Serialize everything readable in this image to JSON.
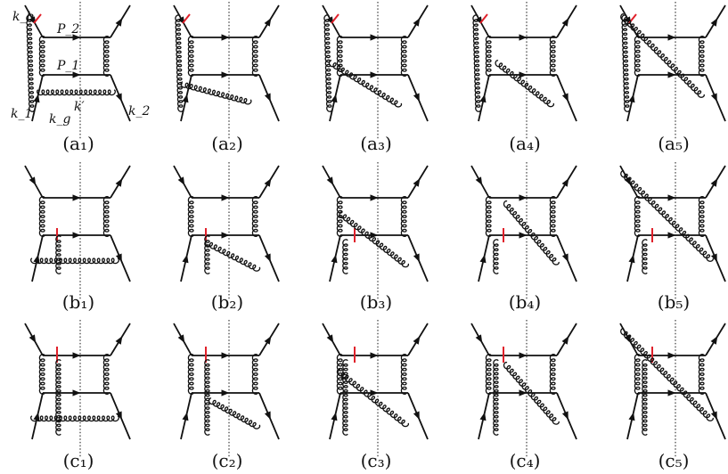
{
  "panels": [
    {
      "id": "a1",
      "caption": "(a₁)",
      "variant": "a1"
    },
    {
      "id": "a2",
      "caption": "(a₂)",
      "variant": "a2"
    },
    {
      "id": "a3",
      "caption": "(a₃)",
      "variant": "a3"
    },
    {
      "id": "a4",
      "caption": "(a₄)",
      "variant": "a4"
    },
    {
      "id": "a5",
      "caption": "(a₅)",
      "variant": "a5"
    },
    {
      "id": "b1",
      "caption": "(b₁)",
      "variant": "b1"
    },
    {
      "id": "b2",
      "caption": "(b₂)",
      "variant": "b2"
    },
    {
      "id": "b3",
      "caption": "(b₃)",
      "variant": "b3"
    },
    {
      "id": "b4",
      "caption": "(b₄)",
      "variant": "b4"
    },
    {
      "id": "b5",
      "caption": "(b₅)",
      "variant": "b5"
    },
    {
      "id": "c1",
      "caption": "(c₁)",
      "variant": "c1"
    },
    {
      "id": "c2",
      "caption": "(c₂)",
      "variant": "c2"
    },
    {
      "id": "c3",
      "caption": "(c₃)",
      "variant": "c3"
    },
    {
      "id": "c4",
      "caption": "(c₄)",
      "variant": "c4"
    },
    {
      "id": "c5",
      "caption": "(c₅)",
      "variant": "c5"
    }
  ],
  "labels": {
    "kb": "k_b",
    "P2": "P_2",
    "P1": "P_1",
    "k1": "k_1",
    "kg": "k_g",
    "kprime": "k′",
    "k2": "k_2"
  },
  "colors": {
    "line": "#111111",
    "cut_mark": "#e0202a"
  }
}
